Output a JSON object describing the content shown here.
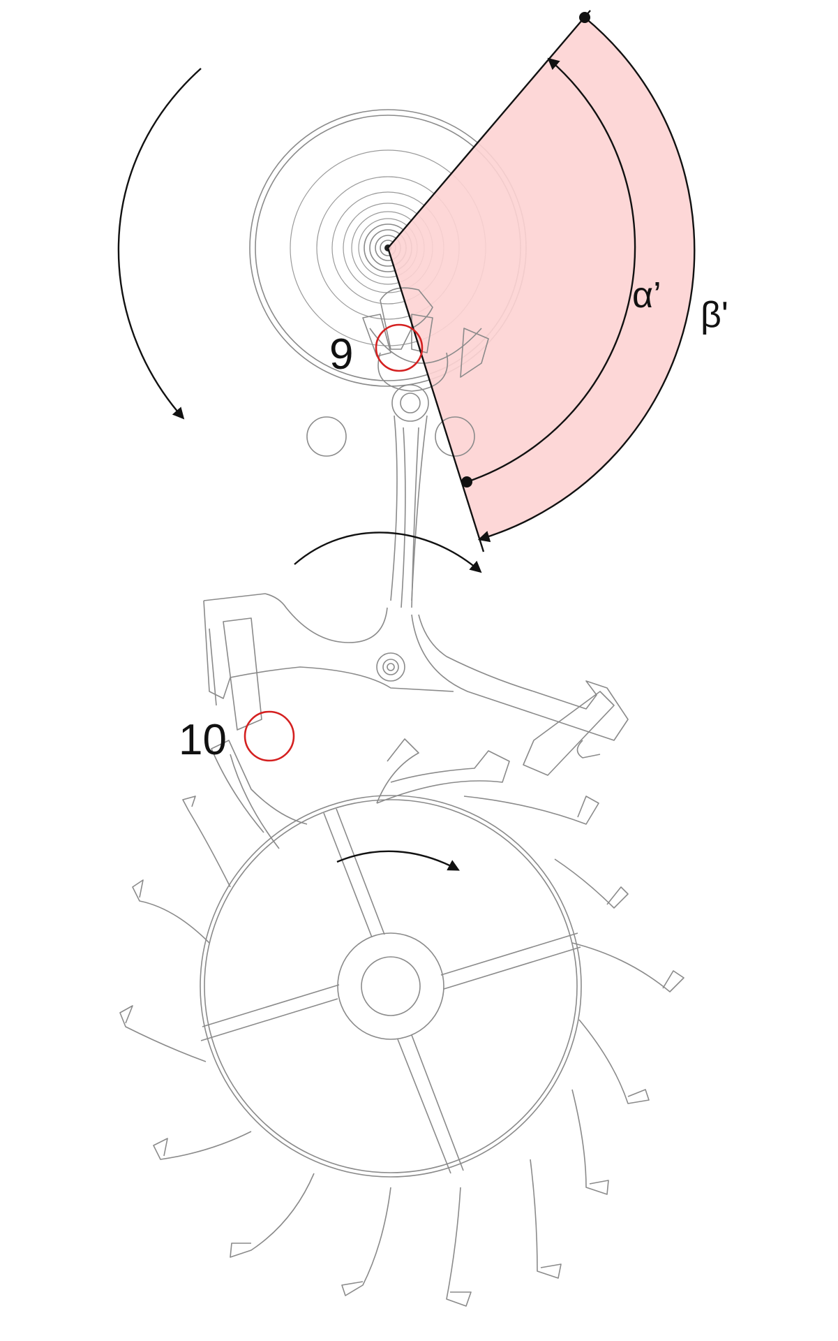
{
  "labels": {
    "alpha": "α’",
    "beta": "β'",
    "contact_9": "9",
    "contact_10": "10"
  },
  "colors": {
    "sector_fill": "#fdd3d3",
    "marker_circle": "#d42020",
    "arrow": "#111111",
    "part_outline": "#8a8a8a"
  },
  "icons": {
    "arrowhead": "filled-triangle-arrowhead",
    "endpoint": "filled-dot"
  }
}
